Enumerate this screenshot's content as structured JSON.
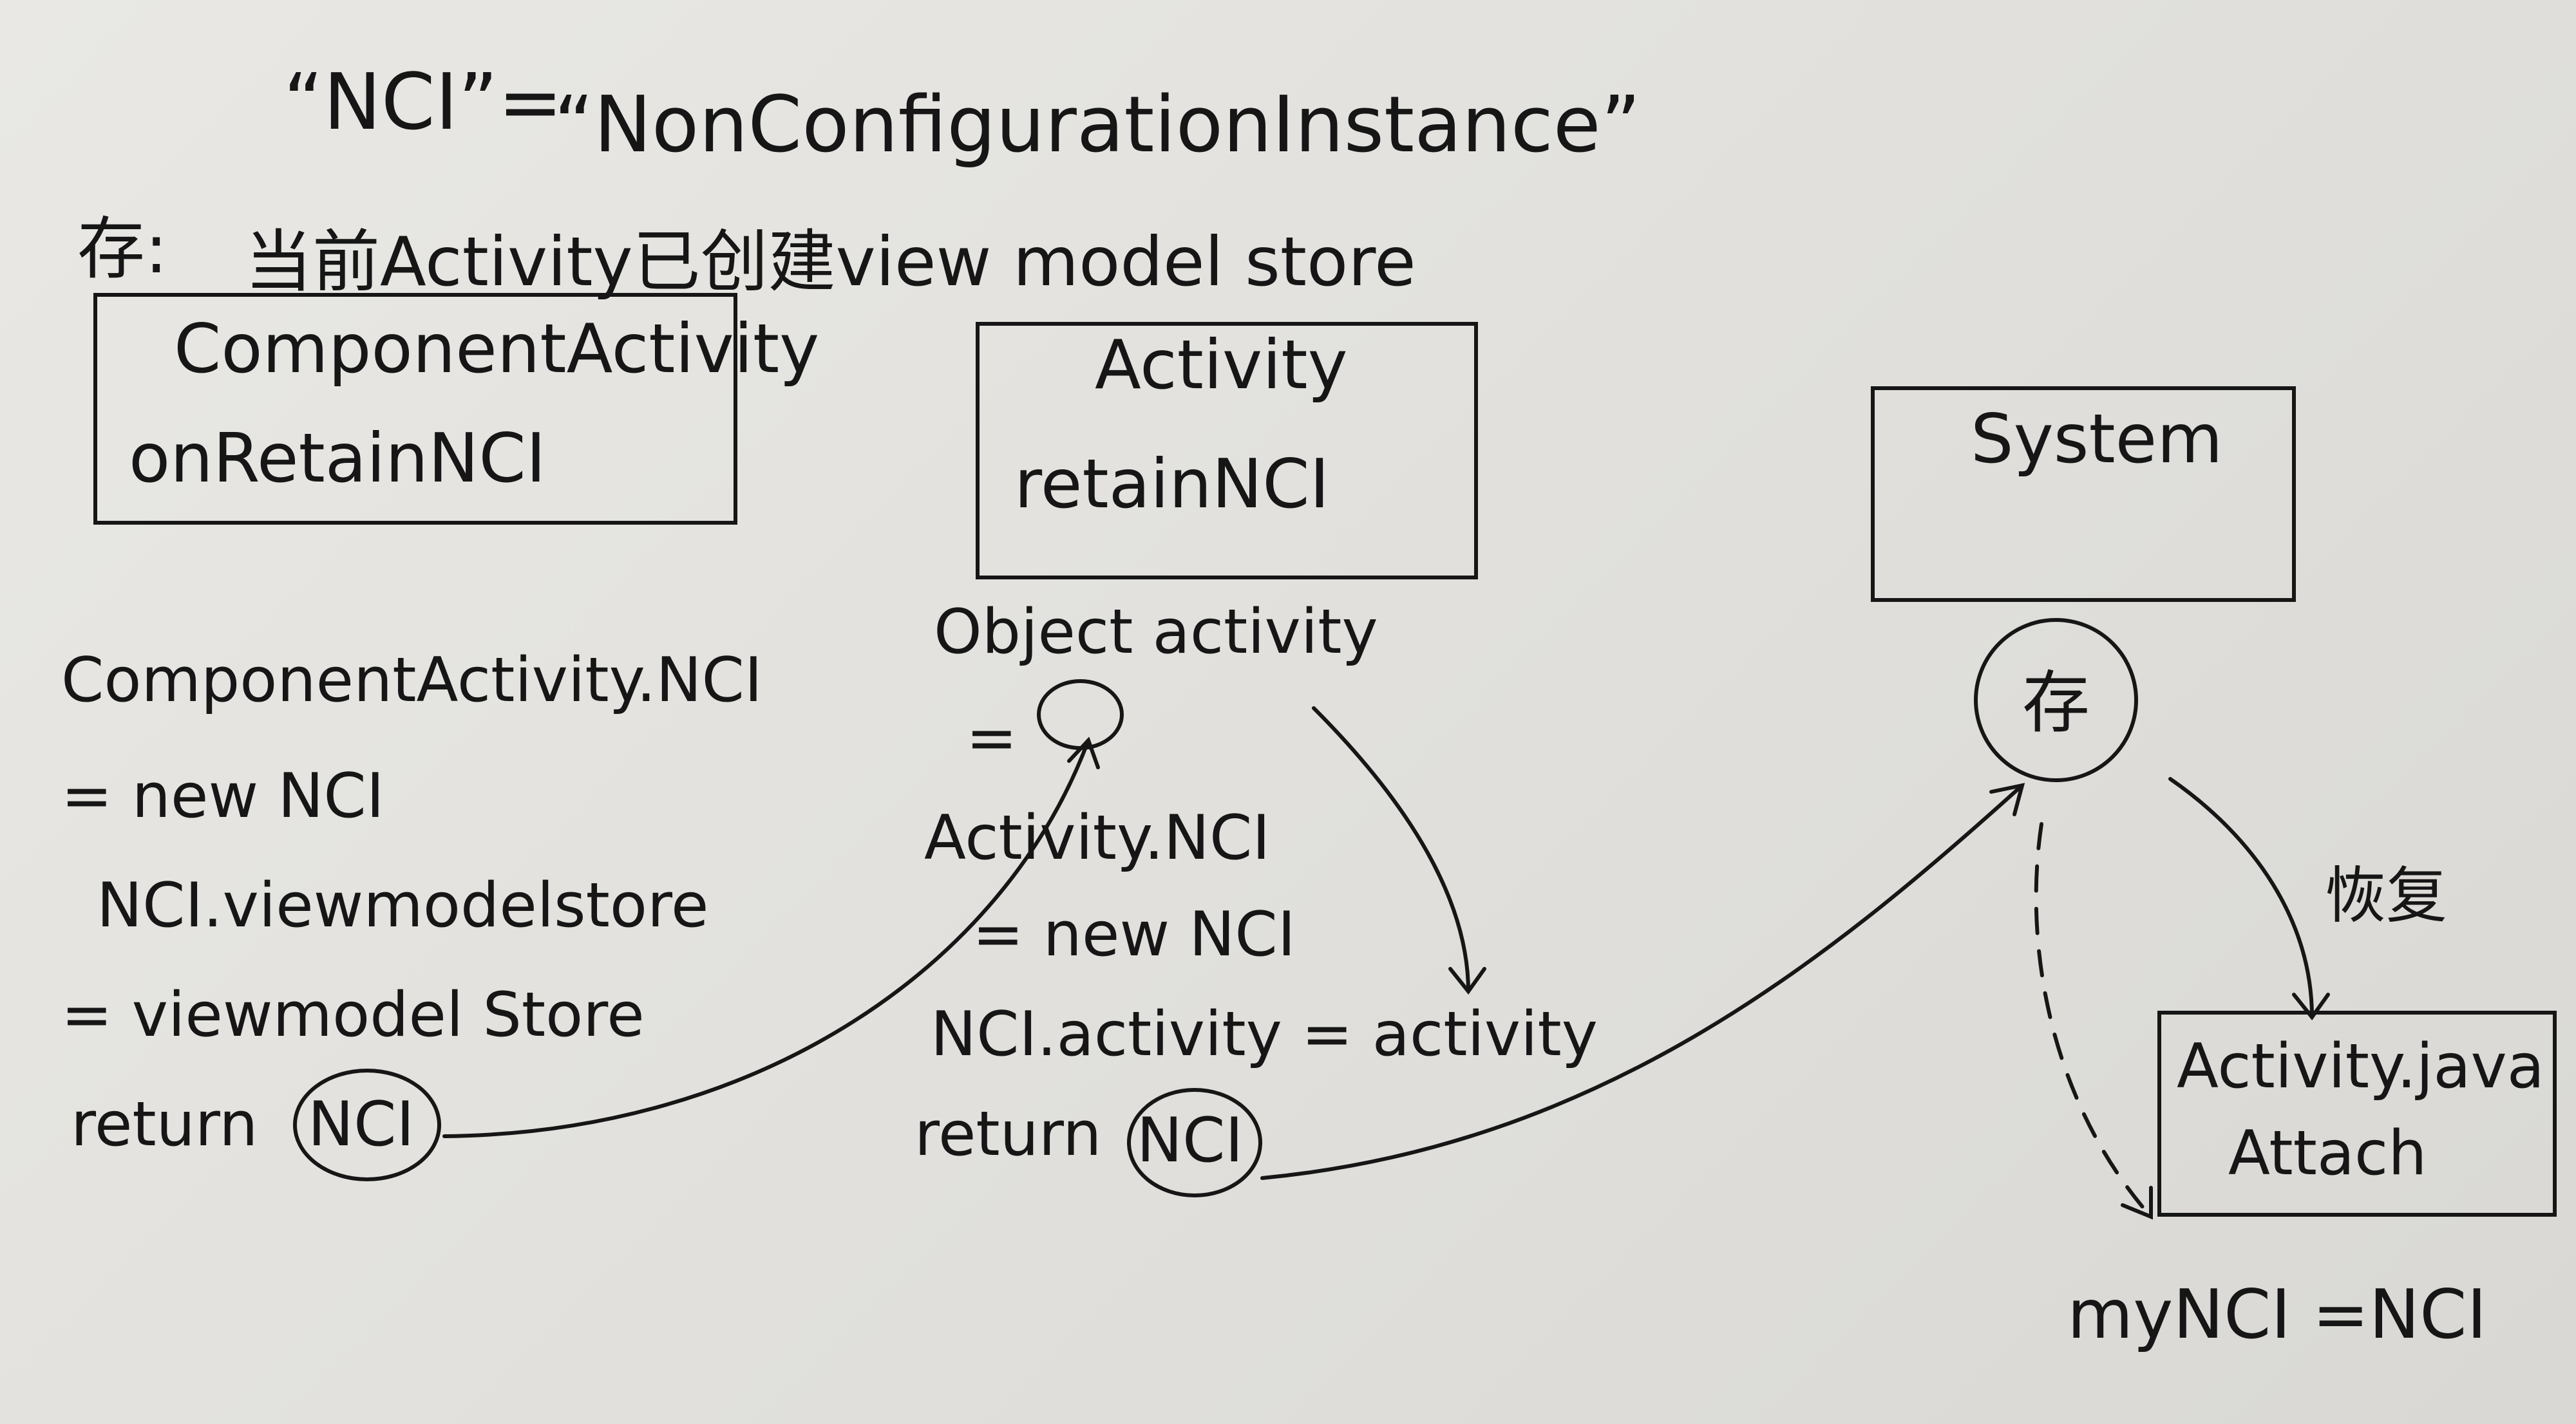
{
  "title": {
    "left": "“NCI”=",
    "right": "“NonConfigurationInstance”"
  },
  "store_note": {
    "label": "存:",
    "text": "当前Activity已创建view model store"
  },
  "component_box": {
    "title": "ComponentActivity",
    "method": "onRetainNCI"
  },
  "component_code": [
    "ComponentActivity.NCI",
    "= new NCI",
    "NCI.viewmodelstore",
    "= viewmodel Store"
  ],
  "component_return": "return",
  "component_return_value": "NCI",
  "activity_box": {
    "title": "Activity",
    "method": "retainNCI"
  },
  "activity_code": [
    "Object activity",
    "=",
    "Activity.NCI",
    "= new NCI",
    "NCI.activity = activity"
  ],
  "activity_return": "return",
  "activity_return_value": "NCI",
  "system_box": {
    "title": "System"
  },
  "store_node": "存",
  "restore_label": "恢复",
  "attach_box": {
    "line1": "Activity.java",
    "line2": "Attach"
  },
  "result": "myNCI =NCI"
}
